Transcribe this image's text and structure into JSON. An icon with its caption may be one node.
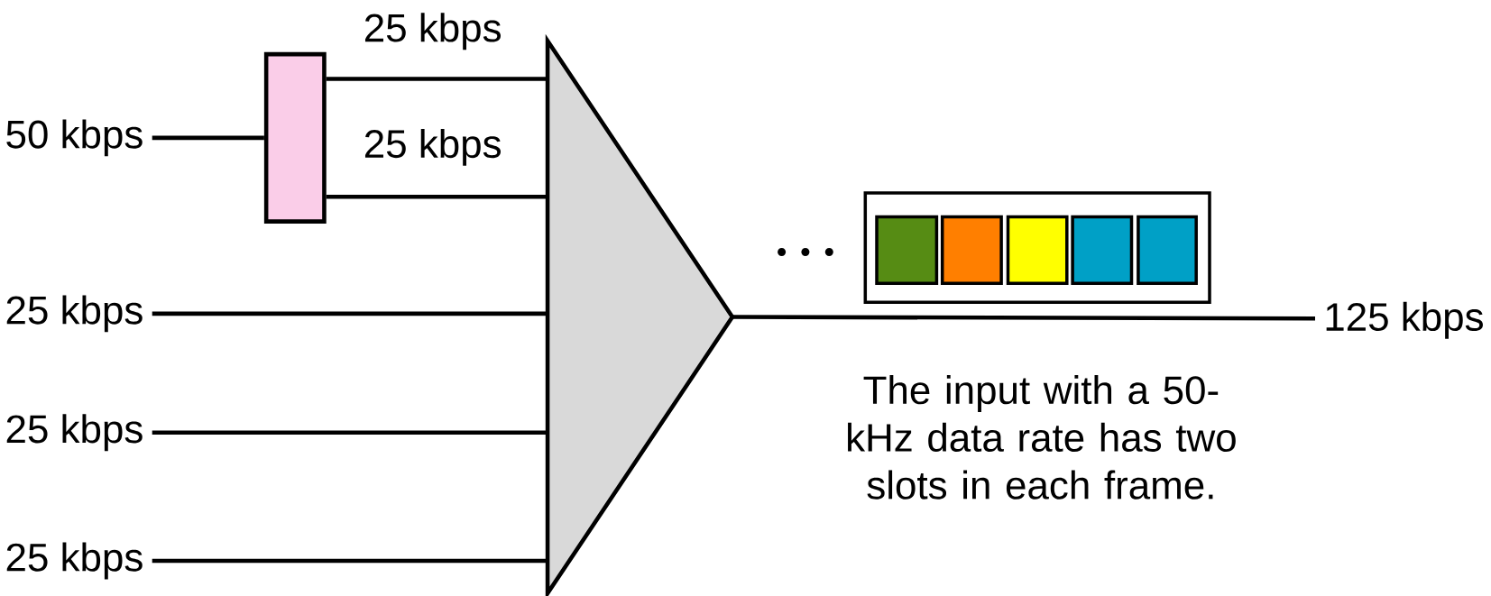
{
  "diagram": {
    "nodes": [
      {
        "text": [
          "50 kbps"
        ]
      },
      {
        "text": [
          "25 kbps"
        ]
      },
      {
        "text": [
          "25 kbps"
        ]
      },
      {
        "text": [
          "25 kbps"
        ]
      },
      {
        "text": [],
        "shape": "box"
      },
      {
        "text": [],
        "shape": "triangle"
      },
      {
        "text": [
          "125 kbps"
        ]
      }
    ],
    "edges": [
      {
        "from": 0,
        "to": 4,
        "arrow": "none"
      },
      {
        "from": 4,
        "to": 5,
        "arrow": "none",
        "label": "25 kbps"
      },
      {
        "from": 4,
        "to": 5,
        "arrow": "none",
        "label": "25 kbps"
      },
      {
        "from": 1,
        "to": 5,
        "arrow": "none"
      },
      {
        "from": 2,
        "to": 5,
        "arrow": "none"
      },
      {
        "from": 3,
        "to": 5,
        "arrow": "none"
      },
      {
        "from": 5,
        "to": 6,
        "arrow": "none"
      }
    ],
    "labels": [
      "The input with a 50-kHz data rate has two slots in each frame."
    ]
  }
}
